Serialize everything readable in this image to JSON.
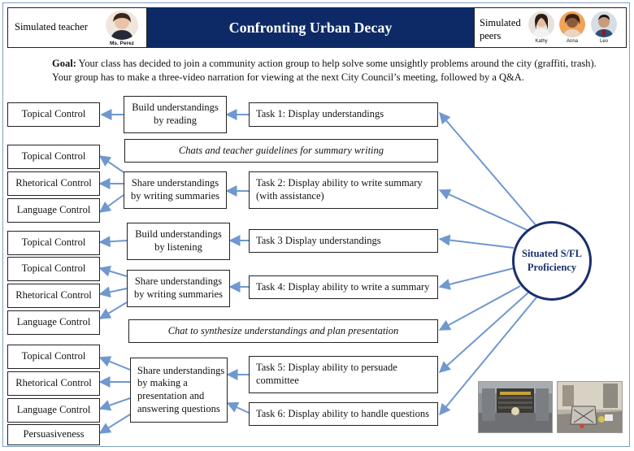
{
  "header": {
    "teacher_label": "Simulated teacher",
    "teacher_name": "Ms. Perez",
    "title": "Confronting Urban Decay",
    "peers_label_1": "Simulated",
    "peers_label_2": "peers",
    "peers": [
      "Kathy",
      "Anna",
      "Leo"
    ]
  },
  "goal": {
    "label": "Goal:",
    "text": " Your class has decided to join a community action group to help solve some unsightly problems around the city (graffiti, trash). Your group has to make a three-video narration for viewing at the next City Council’s meeting, followed by a Q&A."
  },
  "controls": {
    "c1": "Topical Control",
    "c2": "Topical Control",
    "c3": "Rhetorical Control",
    "c4": "Language Control",
    "c5": "Topical Control",
    "c6": "Topical Control",
    "c7": "Rhetorical Control",
    "c8": "Language Control",
    "c9": "Topical Control",
    "c10": "Rhetorical Control",
    "c11": "Language Control",
    "c12": "Persuasiveness"
  },
  "activities": {
    "a1": [
      "Build understandings",
      "by reading"
    ],
    "a2": [
      "Share understandings",
      "by writing summaries"
    ],
    "a3": [
      "Build understandings",
      "by listening"
    ],
    "a4": [
      "Share understandings",
      "by writing summaries"
    ],
    "a5": [
      "Share understandings",
      "by making a",
      "presentation and",
      "answering questions"
    ]
  },
  "guidelines": {
    "g1": "Chats and teacher guidelines for summary writing",
    "g2": "Chat to synthesize understandings and plan presentation"
  },
  "tasks": {
    "t1": [
      "Task 1: Display understandings"
    ],
    "t2": [
      "Task 2: Display ability to write summary",
      "(with assistance)"
    ],
    "t3": [
      "Task 3 Display understandings"
    ],
    "t4": [
      "Task 4: Display ability to write a summary"
    ],
    "t5": [
      "Task 5: Display ability to persuade",
      "committee"
    ],
    "t6": [
      "Task 6: Display ability to handle questions"
    ]
  },
  "proficiency": [
    "Situated S/FL",
    "Proficiency"
  ],
  "colors": {
    "title_bg": "#0d2a66",
    "arrow": "#6f98cf",
    "circle_border": "#1a2f6e"
  }
}
